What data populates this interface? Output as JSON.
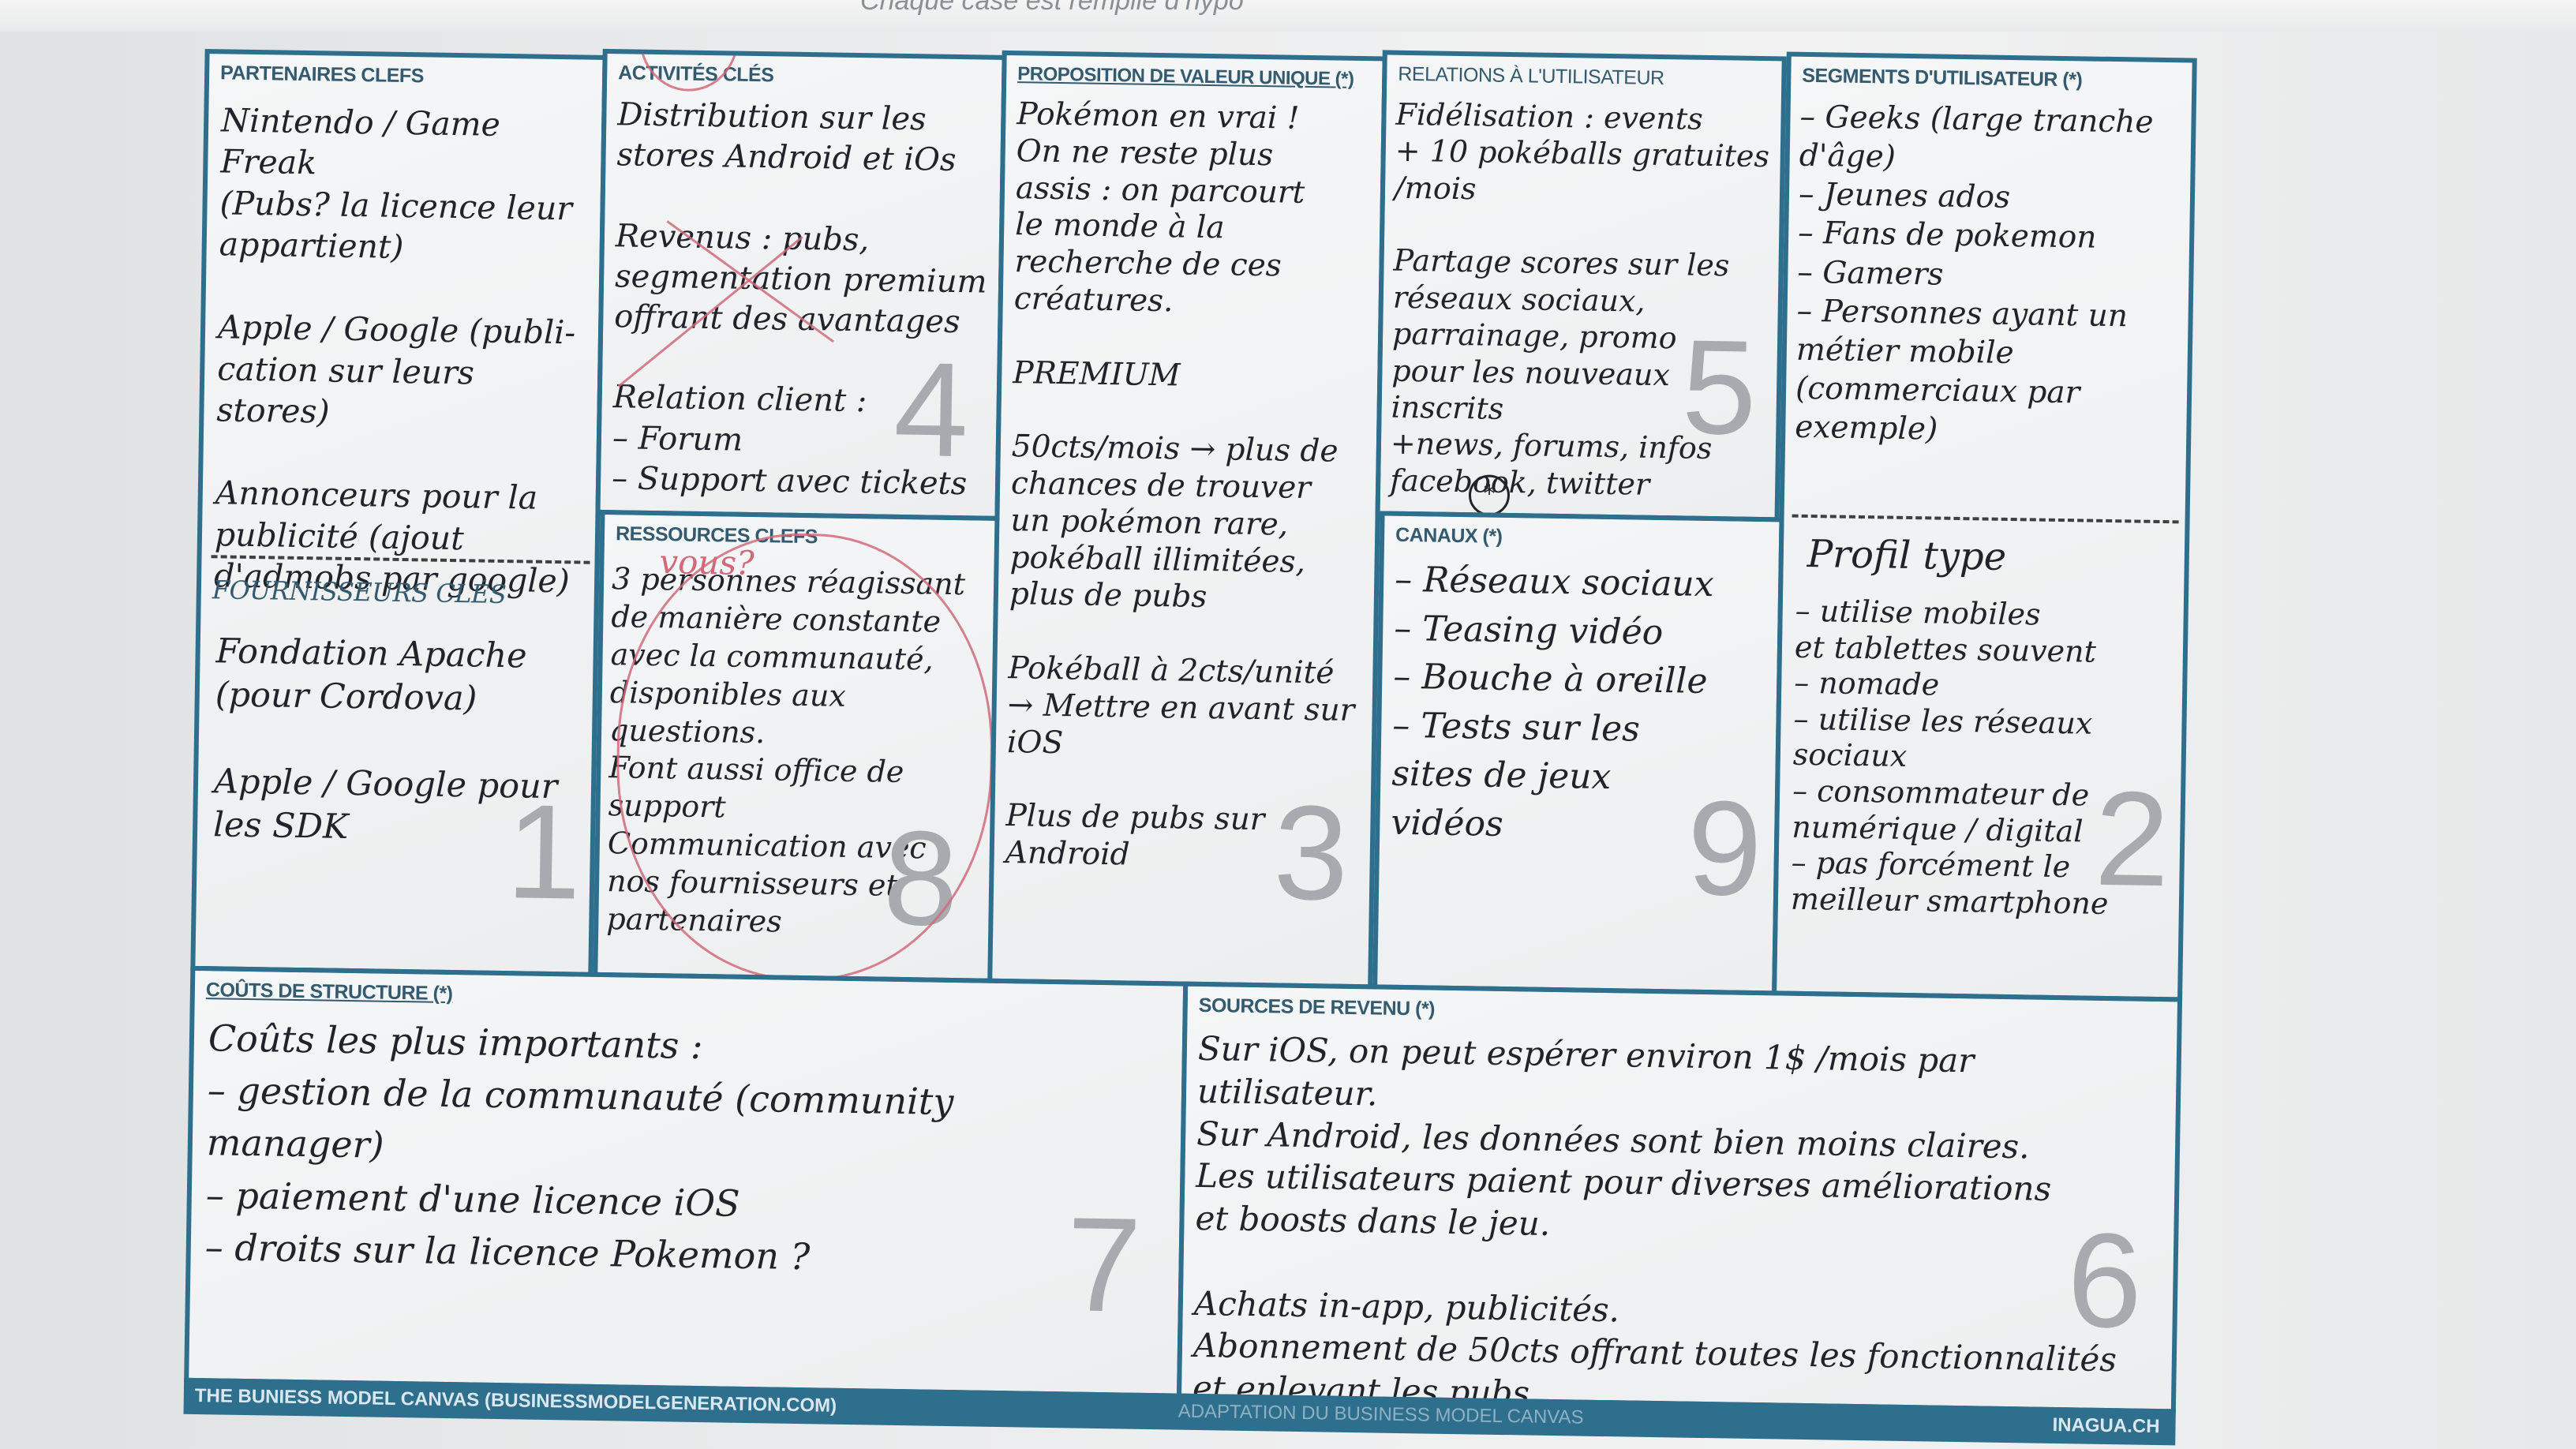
{
  "top_text": "Chaque case est remplie d’hypo",
  "sections": {
    "partners": {
      "title": "PARTENAIRES CLEFS",
      "number": "1",
      "text": "Nintendo / Game Freak\n(Pubs? la licence leur\nappartient)\n\nApple / Google (publi-\ncation sur leurs stores)\n\nAnnonceurs pour la\npublicité (ajout\nd'admobs par google)",
      "suppliers_title": "FOURNISSEURS CLÉS",
      "suppliers_text": "Fondation Apache\n(pour Cordova)\n\nApple / Google pour\nles SDK"
    },
    "activities": {
      "title": "ACTIVITÉS CLÉS",
      "number": "4",
      "text": "Distribution sur les\nstores Android et iOs\n\nRevenus : pubs,\nsegmentation premium\noffrant des avantages\n\nRelation client :\n– Forum\n– Support avec tickets"
    },
    "resources": {
      "title": "RESSOURCES CLEFS",
      "number": "8",
      "text": "3 personnes réagissant\nde manière constante\navec la communauté,\ndisponibles aux\nquestions.\nFont aussi office de\nsupport\nCommunication avec\nnos fournisseurs et partenaires",
      "annotation": "vous?"
    },
    "value": {
      "title": "PROPOSITION DE VALEUR UNIQUE (*)",
      "number": "3",
      "text": "Pokémon en vrai !\nOn ne reste plus\nassis : on parcourt\nle monde à la\nrecherche de ces\ncréatures.\n\nPREMIUM\n\n50cts/mois → plus de\nchances de trouver\nun pokémon rare,\npokéball illimitées,\nplus de pubs\n\nPokéball à 2cts/unité\n→ Mettre en avant sur\niOS\n\nPlus de pubs sur\nAndroid"
    },
    "relations": {
      "title": "RELATIONS À L'UTILISATEUR",
      "number": "5",
      "text": "Fidélisation : events\n+ 10 pokéballs gratuites\n/mois\n\nPartage scores sur les\nréseaux sociaux,\nparrainage, promo\npour les nouveaux\ninscrits\n+news, forums, infos\nfacebook, twitter",
      "star": "*"
    },
    "channels": {
      "title": "CANAUX (*)",
      "number": "9",
      "text": "– Réseaux sociaux\n– Teasing vidéo\n– Bouche à oreille\n– Tests sur les\n   sites de jeux\n   vidéos"
    },
    "segments": {
      "title": "SEGMENTS D'UTILISATEUR (*)",
      "number": "2",
      "text": "– Geeks (large tranche\n   d'âge)\n– Jeunes ados\n– Fans de pokemon\n– Gamers\n– Personnes ayant un\n   métier mobile\n   (commerciaux par\n   exemple)",
      "profile_title": "Profil type",
      "profile_text": "– utilise mobiles\n   et tablettes souvent\n– nomade\n– utilise les réseaux\n   sociaux\n– consommateur de\n   numérique / digital\n– pas forcément le\n   meilleur smartphone"
    },
    "costs": {
      "title": "COÛTS DE STRUCTURE (*)",
      "number": "7",
      "text": "Coûts les plus importants :\n – gestion de la communauté (community\n       manager)\n – paiement d'une licence iOS\n – droits sur la licence Pokemon ?"
    },
    "revenue": {
      "title": "SOURCES DE REVENU (*)",
      "number": "6",
      "text": "Sur iOS, on peut espérer environ 1$ /mois par\nutilisateur.\nSur Android, les données sont bien moins claires.\nLes utilisateurs paient pour diverses améliorations\net boosts dans le jeu.\n\nAchats in-app, publicités.\nAbonnement de 50cts offrant toutes les fonctionnalités\net enlevant les pubs"
    }
  },
  "footer": {
    "left": "THE BUNIESS MODEL CANVAS (BUSINESSMODELGENERATION.COM)",
    "center": "ADAPTATION DU BUSINESS MODEL CANVAS",
    "right": "INAGUA.CH"
  },
  "colors": {
    "frame": "#2d6f8d",
    "ink": "#20232a",
    "red_pen": "#d06a7a",
    "big_number": "#a7abaf"
  }
}
